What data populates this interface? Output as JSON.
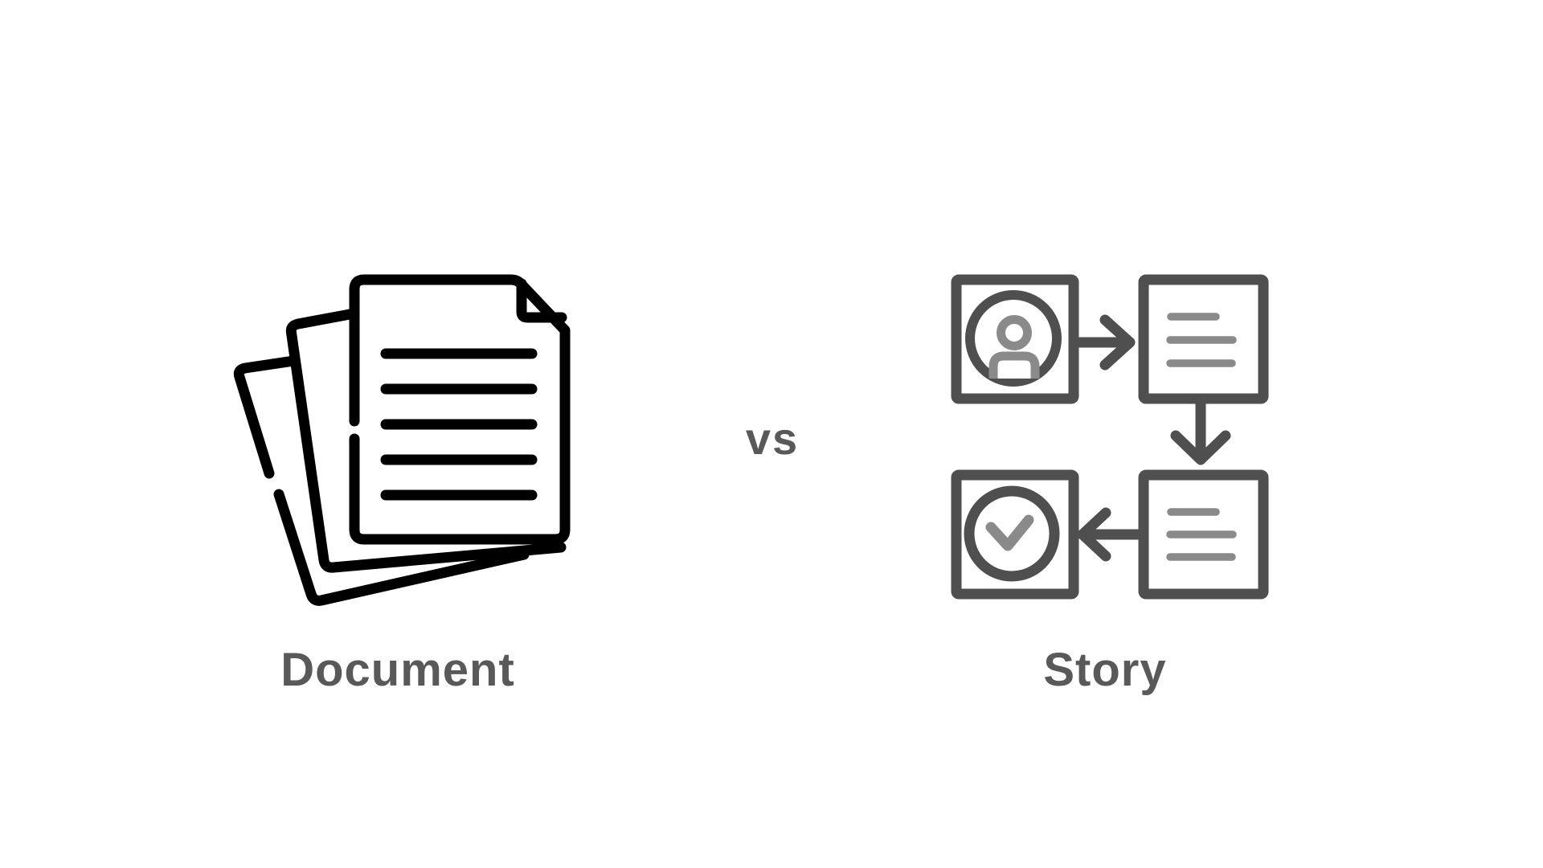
{
  "page": {
    "type": "comparison-graphic",
    "background": "#ffffff"
  },
  "colors": {
    "bg": "#ffffff",
    "icon-black": "#000000",
    "flow-dark": "#4f4f4f",
    "flow-light": "#8a8a8a",
    "label-gray": "#595959"
  },
  "panels": [
    {
      "id": "document",
      "label": "Document",
      "icon": "document-stack-icon"
    },
    {
      "id": "story",
      "label": "Story",
      "icon": "story-flowchart-icon"
    }
  ],
  "divider": {
    "vs_label": "vs"
  },
  "icons": [
    "document-stack-icon",
    "person-avatar-icon",
    "text-lines-icon",
    "checkmark-circle-icon",
    "arrow-right-icon",
    "arrow-down-icon",
    "arrow-left-icon"
  ]
}
